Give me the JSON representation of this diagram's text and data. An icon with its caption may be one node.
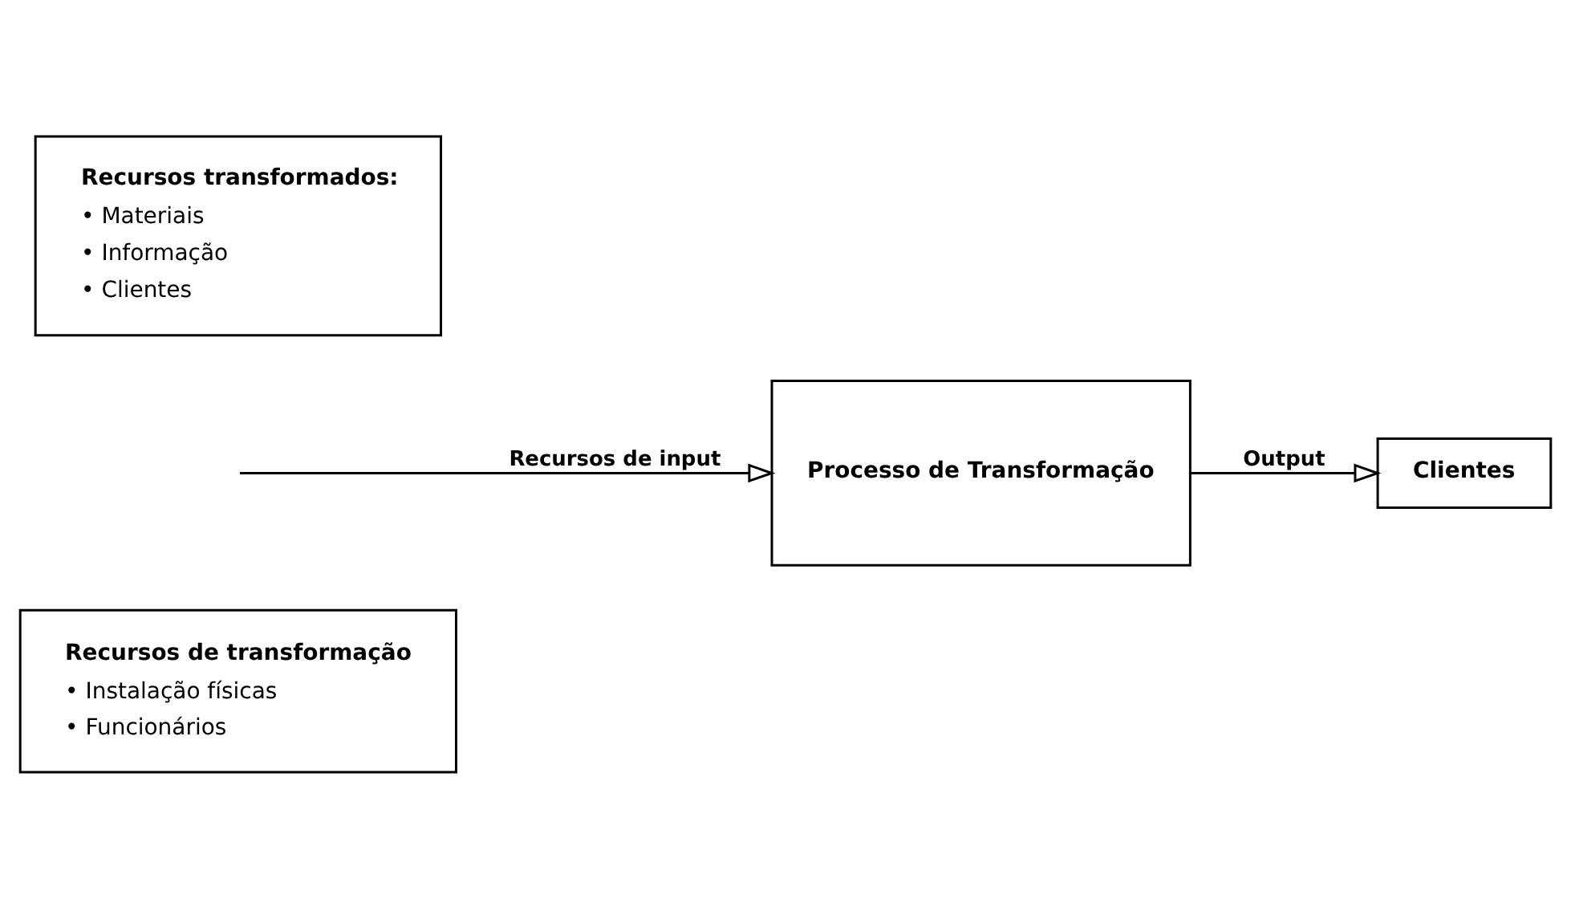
{
  "diagram": {
    "nodes": [
      {
        "text": [
          "Recursos transformados:",
          "• Materiais",
          "• Informação",
          "• Clientes"
        ]
      },
      {
        "text": [
          "Recursos de transformação",
          "• Instalação físicas",
          "• Funcionários"
        ]
      },
      {
        "text": [
          "Processo de Transformação"
        ]
      },
      {
        "text": [
          "Clientes"
        ]
      }
    ],
    "edges": [
      {
        "from": null,
        "to": 2,
        "arrow": "to",
        "label": "Recursos de input"
      },
      {
        "from": 2,
        "to": 3,
        "arrow": "to",
        "label": "Output"
      }
    ]
  }
}
